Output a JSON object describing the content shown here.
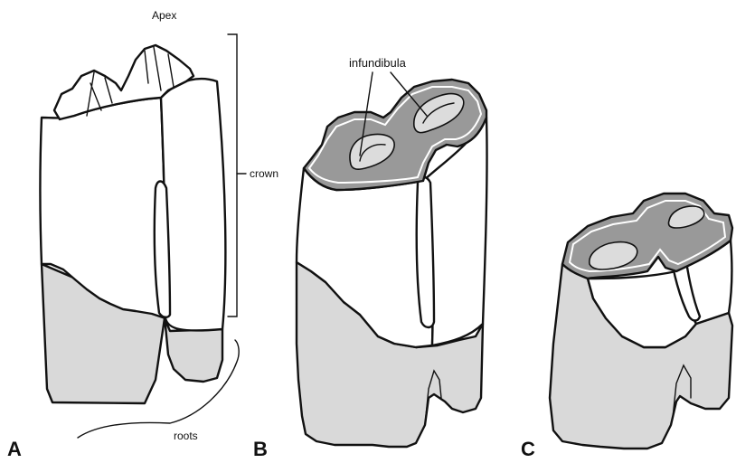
{
  "labels": {
    "apex": "Apex",
    "crown": "crown",
    "roots": "roots",
    "infundibula": "infundibula",
    "panel_a": "A",
    "panel_b": "B",
    "panel_c": "C"
  },
  "colors": {
    "root": "#d9d9d9",
    "crown": "#ffffff",
    "occlusal_surface": "#999999",
    "infundibulum": "#dcdcdc",
    "outline": "#111111"
  }
}
